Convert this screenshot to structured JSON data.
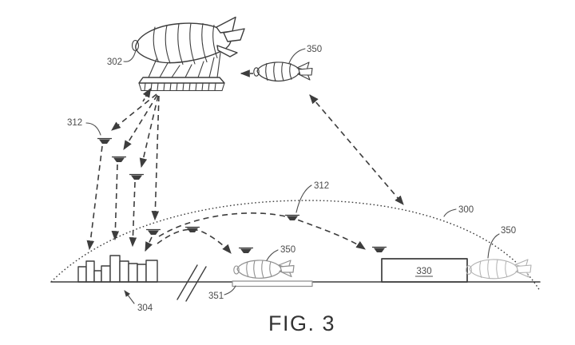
{
  "figure": {
    "caption": "FIG. 3",
    "labels": {
      "afc_airship": "302",
      "uavs_left": "312",
      "uavs_center": "312",
      "coverage_area": "300",
      "shuttle_top": "350",
      "shuttle_center": "350",
      "shuttle_right": "350",
      "facility": "330",
      "runway": "351",
      "city": "304"
    },
    "colors": {
      "background": "#ffffff",
      "ink": "#3d3d3d",
      "label_ink": "#4b4b4b",
      "caption_ink": "#333333",
      "faded": "#8f8f8f",
      "faded2": "#b0b0b0"
    }
  }
}
